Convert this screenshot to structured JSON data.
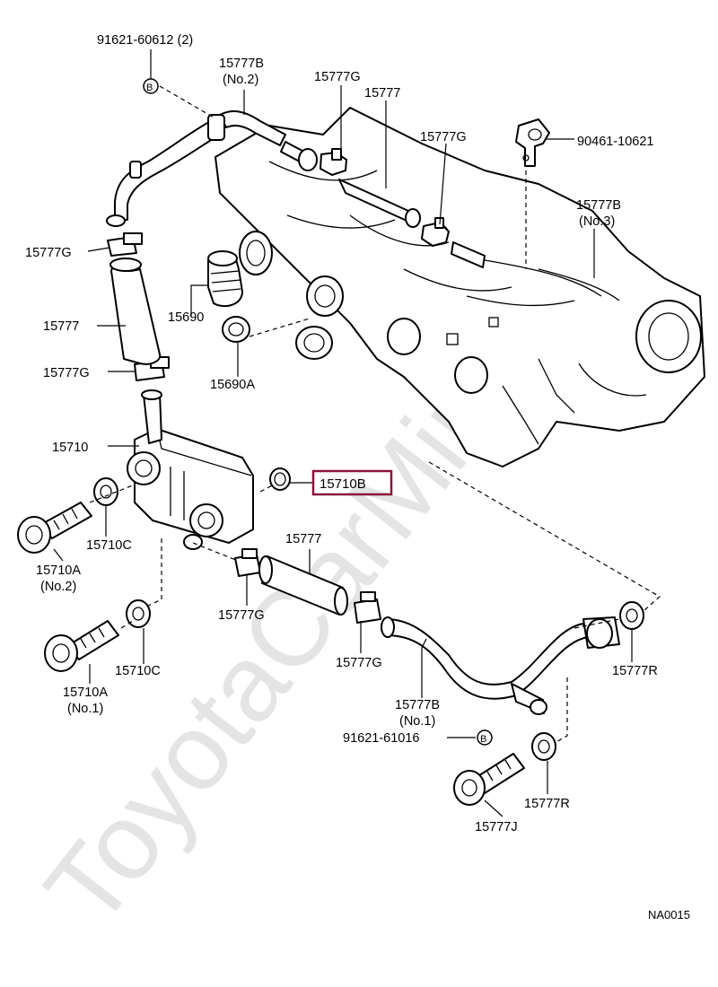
{
  "watermark": "ToyotaCarMine.ru",
  "figure_code": "NA0015",
  "highlight_color": "#8a1538",
  "labels": {
    "l_91621_60612": "91621-60612 (2)",
    "l_15777B_no2": "15777B",
    "l_15777B_no2_sub": "(No.2)",
    "l_15777G_top": "15777G",
    "l_15777_top": "15777",
    "l_15777G_right": "15777G",
    "l_90461": "90461-10621",
    "l_15777B_no3": "15777B",
    "l_15777B_no3_sub": "(No.3)",
    "l_15777G_left": "15777G",
    "l_15690": "15690",
    "l_15777_left": "15777",
    "l_15690A": "15690A",
    "l_15777G_mid": "15777G",
    "l_15710": "15710",
    "l_15710B": "15710B",
    "l_15710C_1": "15710C",
    "l_15710A_no2": "15710A",
    "l_15710A_no2_sub": "(No.2)",
    "l_15777_mid": "15777",
    "l_15777G_low": "15777G",
    "l_15710A_no1": "15710A",
    "l_15710A_no1_sub": "(No.1)",
    "l_15710C_2": "15710C",
    "l_15777G_low2": "15777G",
    "l_15777R_1": "15777R",
    "l_15777B_no1": "15777B",
    "l_15777B_no1_sub": "(No.1)",
    "l_91621_61016": "91621-61016",
    "l_15777R_2": "15777R",
    "l_15777J": "15777J"
  },
  "callout_marker": "B"
}
